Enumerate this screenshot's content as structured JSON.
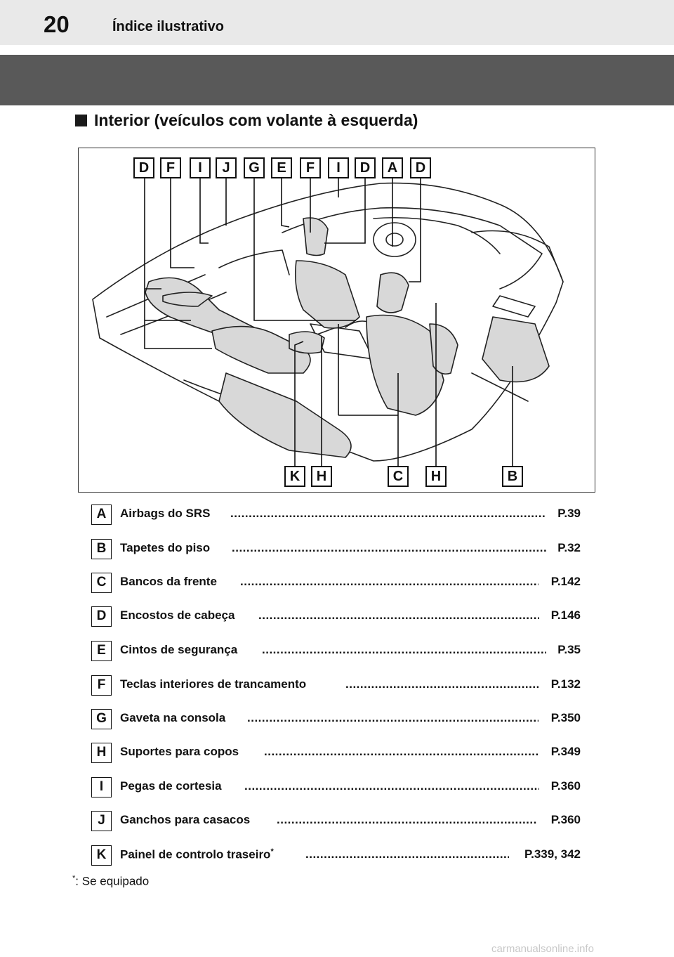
{
  "header": {
    "page_number": "20",
    "section_title": "Índice ilustrativo"
  },
  "subheading": {
    "icon": "black-square-icon",
    "text": "Interior (veículos com volante à esquerda)"
  },
  "figure": {
    "top_callouts": [
      "D",
      "F",
      "I",
      "J",
      "G",
      "E",
      "F",
      "I",
      "D",
      "A",
      "D"
    ],
    "bottom_callouts": [
      "K",
      "H",
      "C",
      "H",
      "B"
    ]
  },
  "legend": [
    {
      "key": "A",
      "label": "Airbags do SRS",
      "page": "P.39"
    },
    {
      "key": "B",
      "label": "Tapetes do piso",
      "page": "P.32"
    },
    {
      "key": "C",
      "label": "Bancos da frente",
      "page": "P.142"
    },
    {
      "key": "D",
      "label": "Encostos de cabeça",
      "page": "P.146"
    },
    {
      "key": "E",
      "label": "Cintos de segurança",
      "page": "P.35"
    },
    {
      "key": "F",
      "label": "Teclas interiores de trancamento",
      "page": "P.132"
    },
    {
      "key": "G",
      "label": "Gaveta na consola",
      "page": "P.350"
    },
    {
      "key": "H",
      "label": "Suportes para copos",
      "page": "P.349"
    },
    {
      "key": "I",
      "label": "Pegas de cortesia",
      "page": "P.360"
    },
    {
      "key": "J",
      "label": "Ganchos para casacos",
      "page": "P.360"
    },
    {
      "key": "K",
      "label": "Painel de controlo traseiro",
      "label_mark": "*",
      "page": "P.339, 342"
    }
  ],
  "footnote": {
    "mark": "*",
    "text": ": Se equipado"
  },
  "watermark": "carmanualsonline.info"
}
